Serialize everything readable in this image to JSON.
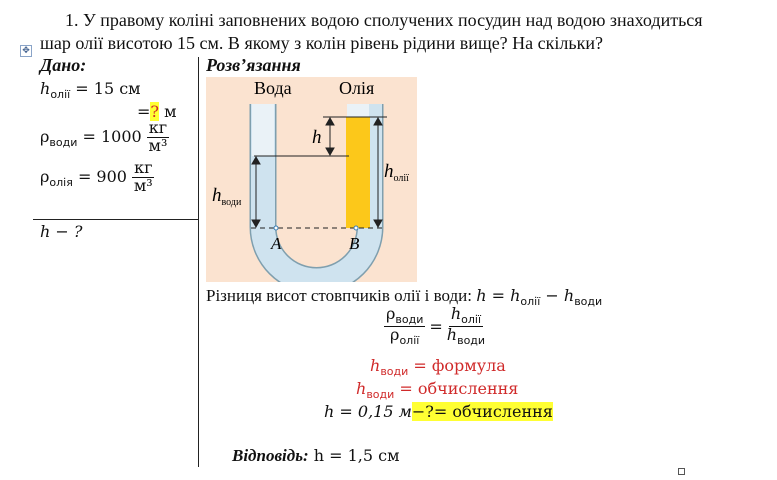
{
  "problem": {
    "line1": "1. У правому коліні заповнених водою сполучених посудин над водою знаходиться",
    "line2": "шар олії висотою 15 см. В якому з колін рівень рідини вище? На скільки?"
  },
  "given": {
    "title": "Дано:",
    "h_oil_sym": "h",
    "h_oil_sub": "олії",
    "h_oil_val": "= 15 см",
    "conv_eq": "=",
    "conv_q": "?",
    "conv_unit": " м",
    "rho_w_sym": "ρ",
    "rho_w_sub": "води",
    "rho_w_val": "= 1000",
    "rho_o_sym": "ρ",
    "rho_o_sub": "олія",
    "rho_o_val": "= 900",
    "unit_num": "кг",
    "unit_den": "м³",
    "find": "h − ?"
  },
  "solution": {
    "title": "Розв’язання",
    "diagram": {
      "label_water": "Вода",
      "label_oil": "Олія",
      "h": "h",
      "h_water": "h",
      "h_water_sub": "води",
      "h_oil": "h",
      "h_oil_sub": "олії",
      "point_a": "A",
      "point_b": "B",
      "colors": {
        "bg": "#fbe3d0",
        "water": "#cfe3ef",
        "oil": "#fcc81a",
        "tube": "#7f9fae"
      }
    },
    "diff_text": "Різниця висот стовпчиків олії і води: ",
    "diff_formula": "h = h",
    "diff_sub1": "олії",
    "diff_minus": " − h",
    "diff_sub2": "води",
    "ratio": {
      "num_sym": "ρ",
      "num_sub": "води",
      "den_sym": "ρ",
      "den_sub": "олії",
      "eq": "=",
      "rnum_sym": "h",
      "rnum_sub": "олії",
      "rden_sym": "h",
      "rden_sub": "води"
    },
    "red1_sym": "h",
    "red1_sub": "води",
    "red1_val": " = формула",
    "red2_sym": "h",
    "red2_sub": "води",
    "red2_val": " = обчислення",
    "final_a": "h = 0,15 м",
    "final_b": "−?= обчислення",
    "answer_label": "Відповідь:",
    "answer_val": " h = 1,5 см"
  }
}
